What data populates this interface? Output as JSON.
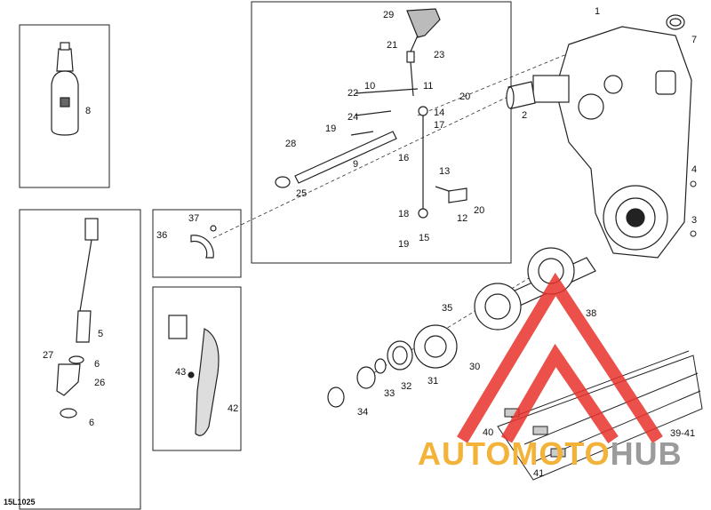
{
  "diagram": {
    "code": "15L1025",
    "part_labels": [
      "1",
      "2",
      "3",
      "4",
      "5",
      "6",
      "6",
      "7",
      "8",
      "9",
      "10",
      "11",
      "12",
      "13",
      "14",
      "15",
      "16",
      "17",
      "18",
      "19",
      "19",
      "20",
      "20",
      "21",
      "22",
      "23",
      "24",
      "25",
      "26",
      "27",
      "28",
      "29",
      "30",
      "31",
      "32",
      "33",
      "34",
      "35",
      "36",
      "37",
      "38",
      "39-41",
      "40",
      "41",
      "42",
      "43"
    ]
  },
  "watermark": {
    "text_part1": "AUTOMOTO",
    "text_part2": "HUB",
    "color_primary": "#e8322c",
    "color_secondary": "#f3b238",
    "color_gray": "#9b9b9b"
  }
}
